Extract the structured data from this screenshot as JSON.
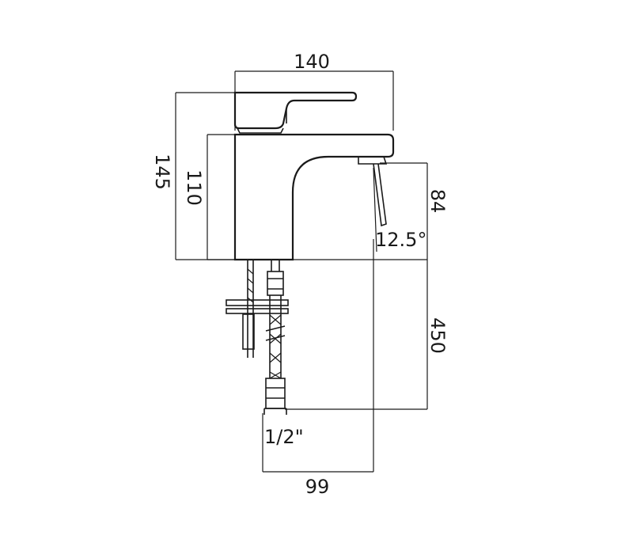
{
  "dimensions": {
    "width": "140",
    "total_height": "145",
    "body_height": "110",
    "spout_height": "84",
    "angle": "12.5°",
    "hose_length": "450",
    "thread": "1/2\"",
    "projection": "99"
  },
  "colors": {
    "line": "#1a1a1a",
    "background": "#ffffff"
  }
}
